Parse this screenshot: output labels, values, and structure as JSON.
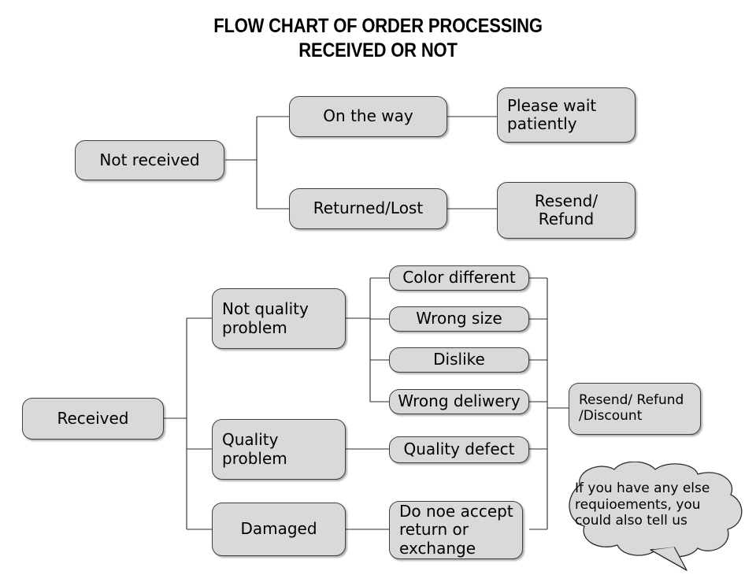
{
  "title": "FLOW CHART OF ORDER PROCESSING\nRECEIVED OR NOT",
  "colors": {
    "node_fill": "#D9D9D9",
    "node_border": "#404040",
    "connector": "#2B2B2B",
    "text": "#000000",
    "background": "#FFFFFF"
  },
  "chart_data": {
    "type": "diagram",
    "diagram_kind": "flowchart",
    "title": "FLOW CHART OF ORDER PROCESSING RECEIVED OR NOT",
    "orientation": "left-to-right",
    "branches": [
      {
        "root": "Not received",
        "children": [
          {
            "label": "On the way",
            "outcome": "Please wait patiently"
          },
          {
            "label": "Returned/Lost",
            "outcome": "Resend/ Refund"
          }
        ]
      },
      {
        "root": "Received",
        "children": [
          {
            "label": "Not quality problem",
            "reasons": [
              "Color different",
              "Wrong size",
              "Dislike",
              "Wrong deliwery"
            ],
            "outcome": "Resend/ Refund /Discount"
          },
          {
            "label": "Quality problem",
            "reasons": [
              "Quality defect"
            ],
            "outcome": "Resend/ Refund /Discount"
          },
          {
            "label": "Damaged",
            "reasons": [
              "Do noe accept return or exchange"
            ],
            "outcome": "Resend/ Refund /Discount"
          }
        ]
      }
    ],
    "note": "If you have any else requioements, you could also tell us"
  },
  "nodes": {
    "not_received": "Not received",
    "on_the_way": "On the way",
    "please_wait": "Please wait\npatiently",
    "returned_lost": "Returned/Lost",
    "resend_refund": "Resend/\nRefund",
    "received": "Received",
    "not_quality_problem": "Not quality\nproblem",
    "quality_problem": "Quality\nproblem",
    "damaged": "Damaged",
    "color_different": "Color different",
    "wrong_size": "Wrong size",
    "dislike": "Dislike",
    "wrong_deliwery": "Wrong deliwery",
    "quality_defect": "Quality defect",
    "do_not_accept": "Do noe accept\nreturn or\nexchange",
    "resend_refund_discount": "Resend/ Refund\n/Discount"
  },
  "callout": {
    "text": "If you have any else\nrequioements, you\ncould also tell us"
  }
}
